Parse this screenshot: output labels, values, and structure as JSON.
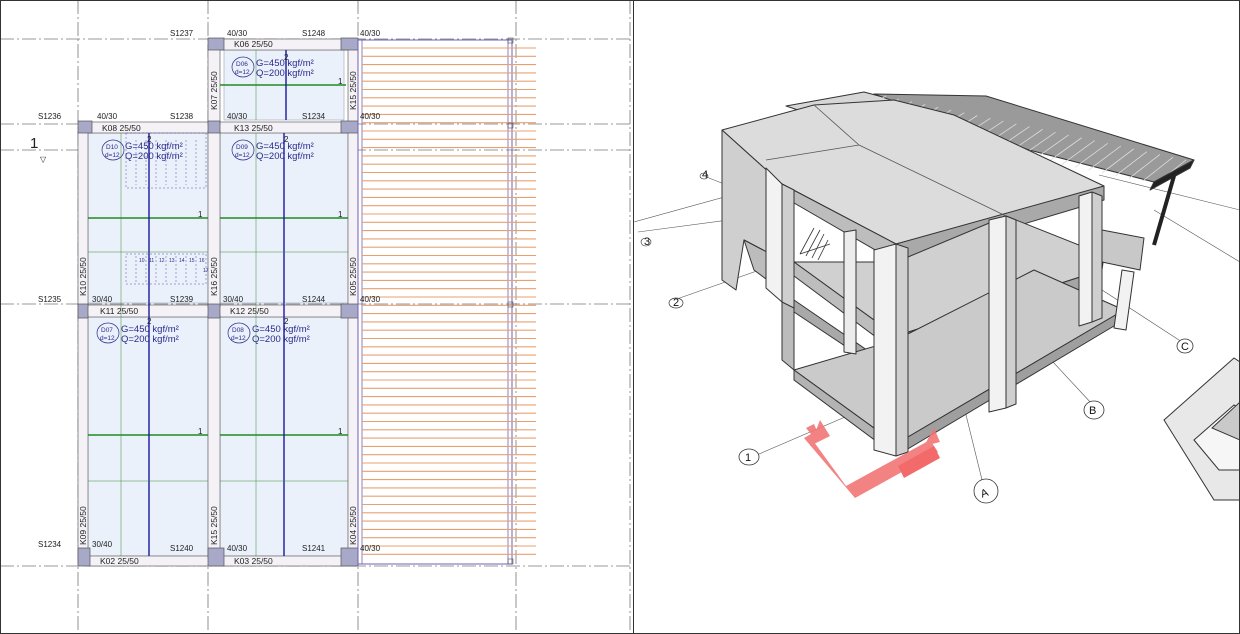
{
  "plan": {
    "grid_label": "1",
    "grid_symbol": "▽",
    "slabs": {
      "s1237": "S1237",
      "s1248": "S1248",
      "s1236": "S1236",
      "s1238": "S1238",
      "s1234a": "S1234",
      "s1235": "S1235",
      "s1239": "S1239",
      "s1244": "S1244",
      "s1234b": "S1234",
      "s1240": "S1240",
      "s1241": "S1241"
    },
    "columns": {
      "c1": "40/30",
      "c2": "40/30",
      "c3": "40/30",
      "c4": "40/30",
      "c5": "30/40",
      "c6": "30/40",
      "c7": "40/30",
      "c8": "30/40",
      "c9": "40/30",
      "c10": "40/30"
    },
    "beams": {
      "k06": "K06 25/50",
      "k08": "K08 25/50",
      "k13": "K13 25/50",
      "k11": "K11 25/50",
      "k12": "K12 25/50",
      "k02": "K02 25/50",
      "k03": "K03 25/50",
      "k07": "K07 25/50",
      "k15a": "K15 25/50",
      "k10": "K10 25/50",
      "k16": "K16 25/50",
      "k05": "K05 25/50",
      "k09": "K09 25/50",
      "k15b": "K15 25/50",
      "k04": "K04 25/50"
    },
    "panels": [
      {
        "id": "D06",
        "d": "d=12",
        "g": "G=450 kgf/m²",
        "q": "Q=200 kgf/m²"
      },
      {
        "id": "D10",
        "d": "d=12",
        "g": "G=450 kgf/m²",
        "q": "Q=200 kgf/m²"
      },
      {
        "id": "D09",
        "d": "d=12",
        "g": "G=450 kgf/m²",
        "q": "Q=200 kgf/m²"
      },
      {
        "id": "D07",
        "d": "d=12",
        "g": "G=450 kgf/m²",
        "q": "Q=200 kgf/m²"
      },
      {
        "id": "D08",
        "d": "d=12",
        "g": "G=450 kgf/m²",
        "q": "Q=200 kgf/m²"
      }
    ],
    "rebar_marks": {
      "one": "1",
      "two": "2"
    },
    "stair_steps": [
      "10",
      "11",
      "12",
      "13",
      "14",
      "15",
      "16",
      "17"
    ]
  },
  "view3d": {
    "axis_labels": {
      "a": "A",
      "b": "B",
      "c": "C",
      "n1": "1",
      "n2": "2",
      "n3": "3",
      "n4": "4"
    }
  },
  "colors": {
    "slab_fill": "#eaf1fa",
    "beam_fill": "#f4f2f6",
    "column_fill": "#a8a8c8",
    "rebar_green": "#1f8a1f",
    "rebar_blue": "#1a1aa0",
    "deck_orange": "#e8a070",
    "ucs_red": "#f27575"
  }
}
